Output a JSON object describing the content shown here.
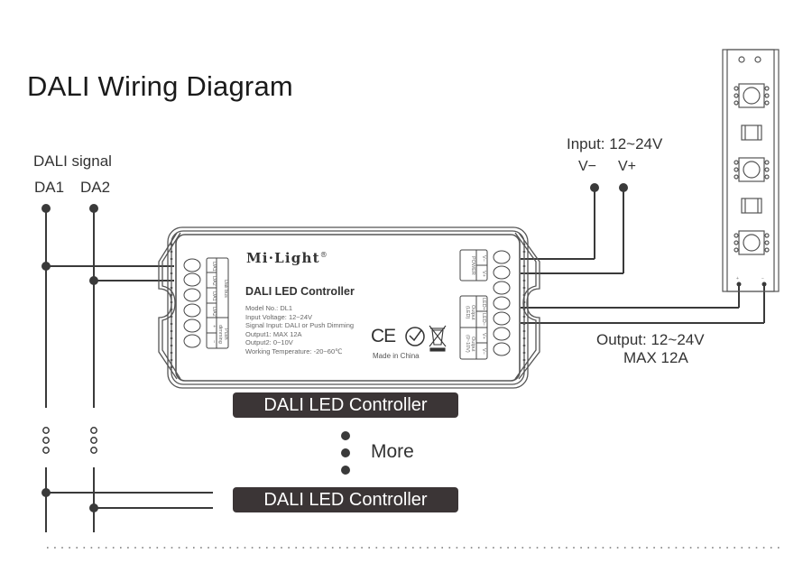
{
  "title": "DALI Wiring Diagram",
  "dali_signal": {
    "label": "DALI signal",
    "terminals": [
      "DA1",
      "DA2"
    ]
  },
  "input": {
    "label": "Input: 12~24V",
    "terminals": [
      "V−",
      "V+"
    ]
  },
  "output": {
    "line1": "Output: 12~24V",
    "line2": "MAX 12A"
  },
  "controller": {
    "brand": "Mi·Light",
    "registered_mark": "®",
    "product_name": "DALI LED Controller",
    "specs": [
      "Model No.: DL1",
      "Input Voltage: 12~24V",
      "Signal Input: DALI or Push Dimming",
      "Output1: MAX 12A",
      "Output2: 0~10V",
      "Working Temperature: -20~60℃"
    ],
    "ce_mark": "CE",
    "made_in": "Made in China",
    "left_terminals": [
      "DA1",
      "DA2",
      "DA1",
      "DA2",
      "+",
      "−"
    ],
    "left_groups": [
      "Dali bus",
      "Push dimming"
    ],
    "right_terminals": [
      "V−",
      "V+",
      "LED+",
      "LED−",
      "V+",
      "V−"
    ],
    "right_groups": [
      "POWER",
      "Output (LED)",
      "Output (0~10V)"
    ],
    "icons": [
      "ce-mark-icon",
      "rohs-icon",
      "weee-bin-icon"
    ]
  },
  "labels": {
    "controller_1": "DALI LED Controller",
    "controller_2": "DALI LED Controller",
    "more": "More"
  },
  "led_strip": {
    "terminals": [
      "+",
      "−"
    ],
    "components": [
      "led-chip",
      "resistor",
      "led-chip",
      "resistor",
      "led-chip"
    ]
  },
  "colors": {
    "line": "#3a3a3a",
    "badge_bg": "#3b3536",
    "badge_text": "#ffffff",
    "outline": "#555555"
  }
}
